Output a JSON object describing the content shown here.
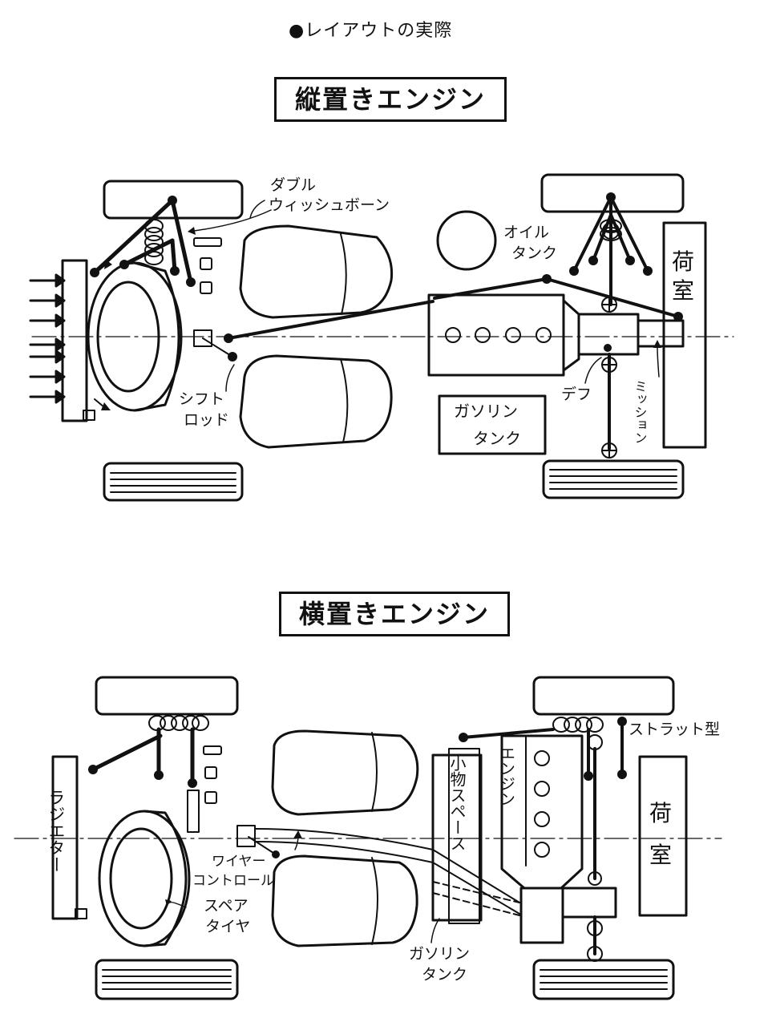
{
  "page": {
    "title": "●レイアウトの実際"
  },
  "longitudinal": {
    "title": "縦置きエンジン",
    "labels": {
      "double_wishbone_1": "ダブル",
      "double_wishbone_2": "ウィッシュボーン",
      "oil_tank_1": "オイル",
      "oil_tank_2": "タンク",
      "shift_rod_1": "シフト",
      "shift_rod_2": "ロッド",
      "diff": "デフ",
      "mission": "ミッション",
      "gas_tank_1": "ガソリン",
      "gas_tank_2": "タンク",
      "cargo_1": "荷",
      "cargo_2": "室"
    }
  },
  "transverse": {
    "title": "横置きエンジン",
    "labels": {
      "strut": "ストラット型",
      "radiator": "ラジエター",
      "small_space": "小物スペース",
      "engine": "エンジン",
      "cargo_1": "荷",
      "cargo_2": "室",
      "wire_control_1": "ワイヤー",
      "wire_control_2": "コントロール",
      "spare_tire_1": "スペア",
      "spare_tire_2": "タイヤ",
      "gas_tank_1": "ガソリン",
      "gas_tank_2": "タンク"
    }
  },
  "colors": {
    "ink": "#111111",
    "paper": "#ffffff"
  }
}
